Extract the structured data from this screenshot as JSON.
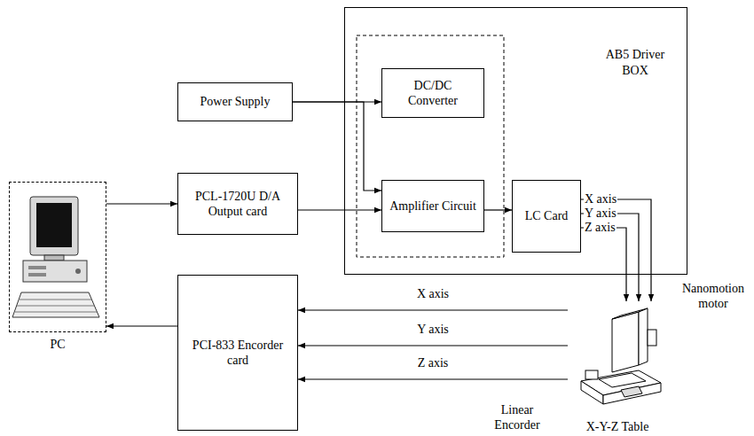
{
  "diagram": {
    "nodes": [
      {
        "text": [
          "PC"
        ]
      },
      {
        "text": [
          "Power Supply"
        ]
      },
      {
        "text": [
          "PCL-1720U D/A Output card"
        ]
      },
      {
        "text": [
          "AB5 Driver BOX"
        ]
      },
      {
        "text": [
          "DC/DC Converter"
        ],
        "in": 3
      },
      {
        "text": [
          "Amplifier Circuit"
        ],
        "in": 3
      },
      {
        "text": [
          "LC Card"
        ],
        "in": 3
      },
      {
        "text": [
          "PCI-833 Encorder card"
        ]
      },
      {
        "text": [
          "X-Y-Z Table"
        ]
      }
    ],
    "edges": [
      {
        "from": 0,
        "to": 2,
        "arrow": "to"
      },
      {
        "from": 1,
        "to": 4,
        "arrow": "to"
      },
      {
        "from": 1,
        "to": 5,
        "arrow": "to"
      },
      {
        "from": 2,
        "to": 5,
        "arrow": "to"
      },
      {
        "from": 5,
        "to": 6,
        "arrow": "to"
      },
      {
        "from": 6,
        "to": 8,
        "label": "X axis",
        "arrow": "to"
      },
      {
        "from": 6,
        "to": 8,
        "label": "Y axis",
        "arrow": "to"
      },
      {
        "from": 6,
        "to": 8,
        "label": "Z axis",
        "arrow": "to"
      },
      {
        "from": 8,
        "to": 7,
        "label": "X axis",
        "arrow": "to"
      },
      {
        "from": 8,
        "to": 7,
        "label": "Y axis",
        "arrow": "to"
      },
      {
        "from": 8,
        "to": 7,
        "label": "Z axis",
        "arrow": "to"
      },
      {
        "from": 7,
        "to": 0,
        "arrow": "to"
      }
    ],
    "labels": [
      "Nanomotion motor",
      "Linear Encorder"
    ]
  }
}
